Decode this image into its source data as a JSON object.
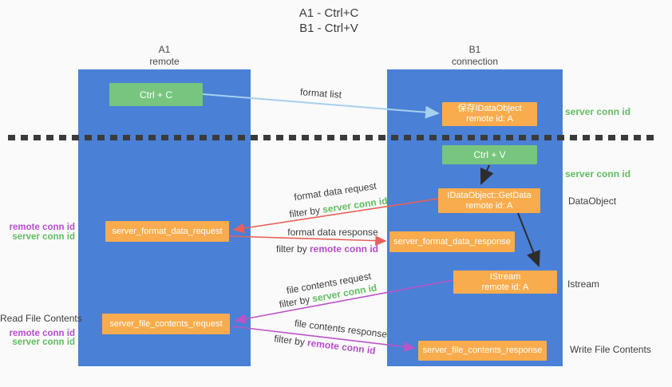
{
  "title": {
    "line1": "A1 - Ctrl+C",
    "line2": "B1 - Ctrl+V"
  },
  "lanes": {
    "left": {
      "name": "A1",
      "subtitle": "remote"
    },
    "right": {
      "name": "B1",
      "subtitle": "connection"
    }
  },
  "nodes": {
    "ctrl_c": "Ctrl + C",
    "ctrl_v": "Ctrl + V",
    "save_dataobject": {
      "line1": "保存IDataObject",
      "line2": "remote id: A"
    },
    "getdata": {
      "line1": "IDataObject::GetData",
      "line2": "remote id: A"
    },
    "istream": {
      "line1": "IStream",
      "line2": "remote id: A"
    },
    "format_request": "server_format_data_request",
    "format_response": "server_format_data_response",
    "file_request": "server_file_contents_request",
    "file_response": "server_file_contents_response"
  },
  "right_labels": {
    "server_conn_id_top": "server conn id",
    "server_conn_id_mid": "server conn id",
    "dataobject": "DataObject",
    "istream": "Istream",
    "write_file_contents": "Write File Contents"
  },
  "left_labels": {
    "remote_conn_id_1": "remote conn id",
    "server_conn_id_1": "server conn id",
    "read_file_contents": "Read File Contents",
    "remote_conn_id_2": "remote conn id",
    "server_conn_id_2": "server conn id"
  },
  "arrow_labels": {
    "format_list": "format list",
    "format_data_request": "format data request",
    "format_data_response": "format data response",
    "file_contents_request": "file contents request",
    "file_contents_response": "file contents response",
    "filter_by": "filter by ",
    "server_conn_id": "server conn id",
    "remote_conn_id": "remote conn id"
  },
  "colors": {
    "lane_blue": "#4a80d6",
    "box_green": "#77c57e",
    "box_orange": "#f9ac4d",
    "arrow_blue": "#a5d0ee",
    "arrow_black": "#2d2d2d",
    "arrow_red": "#e7605a",
    "arrow_magenta": "#bb54c6",
    "text_green": "#62bd62",
    "text_purple": "#b44fc8",
    "text_dark": "#3d3d3d",
    "background": "#fafafa"
  }
}
